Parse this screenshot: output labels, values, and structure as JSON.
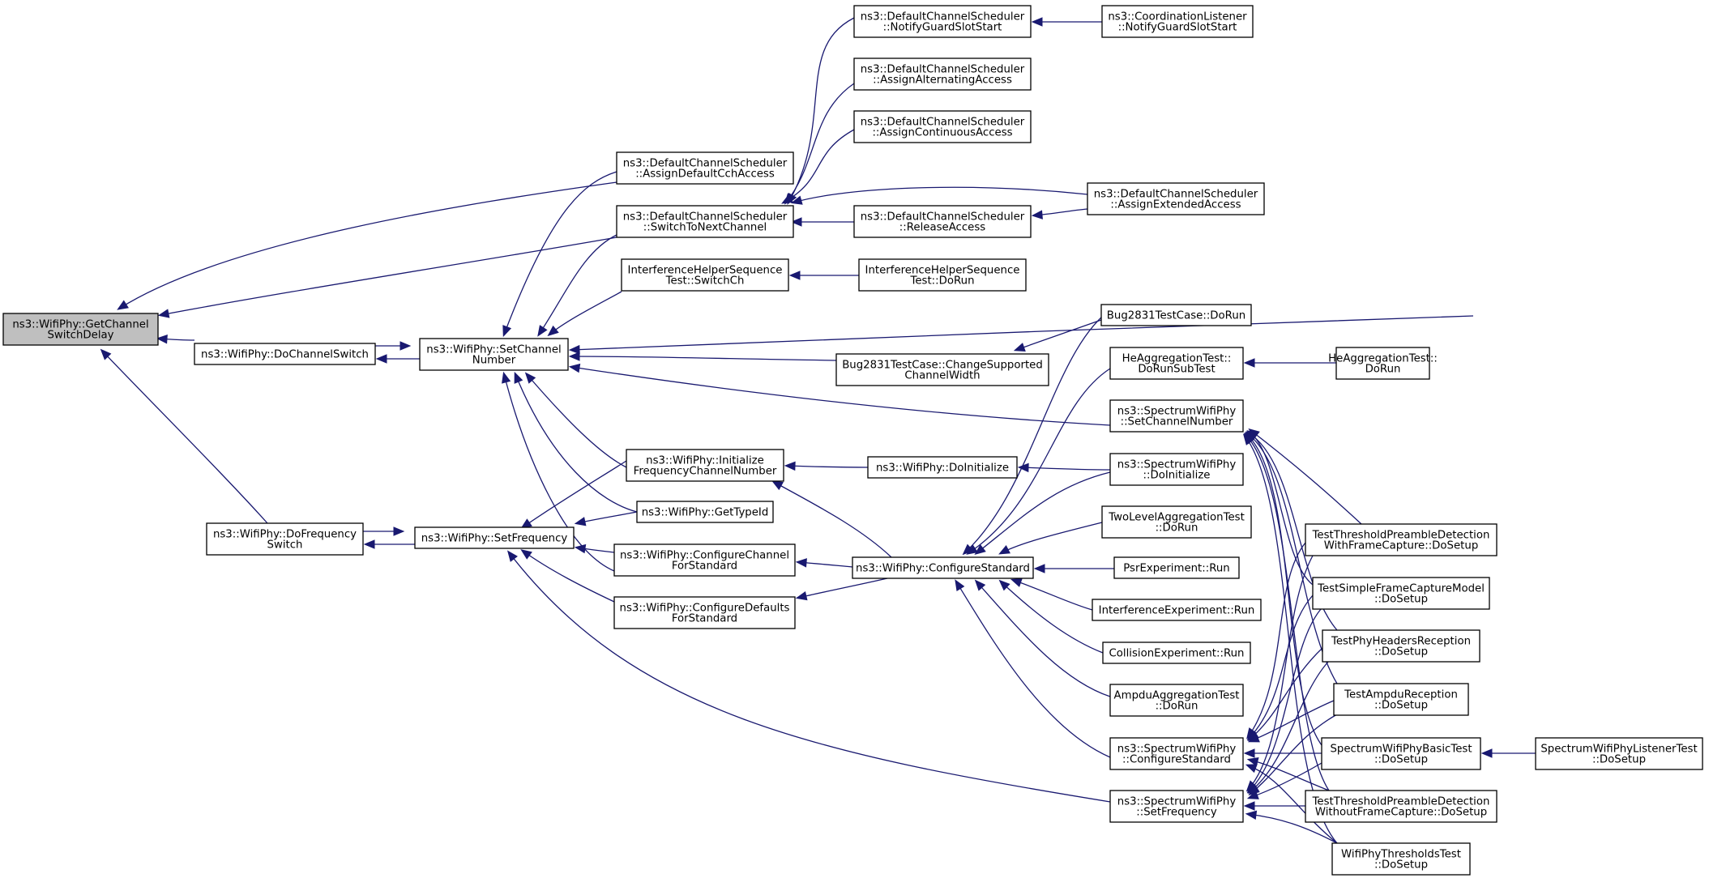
{
  "graph": {
    "nodes": [
      {
        "id": "root",
        "lines": [
          "ns3::WifiPhy::GetChannel",
          "SwitchDelay"
        ],
        "highlight": true
      },
      {
        "id": "assignDefaultCch",
        "lines": [
          "ns3::DefaultChannelScheduler",
          "::AssignDefaultCchAccess"
        ]
      },
      {
        "id": "switchToNext",
        "lines": [
          "ns3::DefaultChannelScheduler",
          "::SwitchToNextChannel"
        ]
      },
      {
        "id": "doChannelSwitch",
        "lines": [
          "ns3::WifiPhy::DoChannelSwitch"
        ]
      },
      {
        "id": "setChannelNumber",
        "lines": [
          "ns3::WifiPhy::SetChannel",
          "Number"
        ]
      },
      {
        "id": "doFrequencySwitch",
        "lines": [
          "ns3::WifiPhy::DoFrequency",
          "Switch"
        ]
      },
      {
        "id": "setFrequency",
        "lines": [
          "ns3::WifiPhy::SetFrequency"
        ]
      },
      {
        "id": "notifyGuard",
        "lines": [
          "ns3::DefaultChannelScheduler",
          "::NotifyGuardSlotStart"
        ]
      },
      {
        "id": "coordNotify",
        "lines": [
          "ns3::CoordinationListener",
          "::NotifyGuardSlotStart"
        ]
      },
      {
        "id": "assignAlternating",
        "lines": [
          "ns3::DefaultChannelScheduler",
          "::AssignAlternatingAccess"
        ]
      },
      {
        "id": "assignContinuous",
        "lines": [
          "ns3::DefaultChannelScheduler",
          "::AssignContinuousAccess"
        ]
      },
      {
        "id": "assignExtended",
        "lines": [
          "ns3::DefaultChannelScheduler",
          "::AssignExtendedAccess"
        ]
      },
      {
        "id": "releaseAccess",
        "lines": [
          "ns3::DefaultChannelScheduler",
          "::ReleaseAccess"
        ]
      },
      {
        "id": "ihsSwitchCh",
        "lines": [
          "InterferenceHelperSequence",
          "Test::SwitchCh"
        ]
      },
      {
        "id": "ihsDoRun",
        "lines": [
          "InterferenceHelperSequence",
          "Test::DoRun"
        ]
      },
      {
        "id": "bug2831DoRun",
        "lines": [
          "Bug2831TestCase::DoRun"
        ]
      },
      {
        "id": "bug2831Change",
        "lines": [
          "Bug2831TestCase::ChangeSupported",
          "ChannelWidth"
        ]
      },
      {
        "id": "heDoRunSubTest",
        "lines": [
          "HeAggregationTest::",
          "DoRunSubTest"
        ]
      },
      {
        "id": "heDoRun",
        "lines": [
          "HeAggregationTest::",
          "DoRun"
        ]
      },
      {
        "id": "spSetChannelNumber",
        "lines": [
          "ns3::SpectrumWifiPhy",
          "::SetChannelNumber"
        ]
      },
      {
        "id": "initFreqCh",
        "lines": [
          "ns3::WifiPhy::Initialize",
          "FrequencyChannelNumber"
        ]
      },
      {
        "id": "doInitialize",
        "lines": [
          "ns3::WifiPhy::DoInitialize"
        ]
      },
      {
        "id": "spDoInitialize",
        "lines": [
          "ns3::SpectrumWifiPhy",
          "::DoInitialize"
        ]
      },
      {
        "id": "getTypeId",
        "lines": [
          "ns3::WifiPhy::GetTypeId"
        ]
      },
      {
        "id": "configChannel",
        "lines": [
          "ns3::WifiPhy::ConfigureChannel",
          "ForStandard"
        ]
      },
      {
        "id": "configStandard",
        "lines": [
          "ns3::WifiPhy::ConfigureStandard"
        ]
      },
      {
        "id": "configDefaults",
        "lines": [
          "ns3::WifiPhy::ConfigureDefaults",
          "ForStandard"
        ]
      },
      {
        "id": "twoLevel",
        "lines": [
          "TwoLevelAggregationTest",
          "::DoRun"
        ]
      },
      {
        "id": "psrRun",
        "lines": [
          "PsrExperiment::Run"
        ]
      },
      {
        "id": "interfRun",
        "lines": [
          "InterferenceExperiment::Run"
        ]
      },
      {
        "id": "collisionRun",
        "lines": [
          "CollisionExperiment::Run"
        ]
      },
      {
        "id": "ampduAggDoRun",
        "lines": [
          "AmpduAggregationTest",
          "::DoRun"
        ]
      },
      {
        "id": "spConfigStd",
        "lines": [
          "ns3::SpectrumWifiPhy",
          "::ConfigureStandard"
        ]
      },
      {
        "id": "spSetFrequency",
        "lines": [
          "ns3::SpectrumWifiPhy",
          "::SetFrequency"
        ]
      },
      {
        "id": "testThreshWith",
        "lines": [
          "TestThresholdPreambleDetection",
          "WithFrameCapture::DoSetup"
        ]
      },
      {
        "id": "testSimpleFC",
        "lines": [
          "TestSimpleFrameCaptureModel",
          "::DoSetup"
        ]
      },
      {
        "id": "testPhyHeaders",
        "lines": [
          "TestPhyHeadersReception",
          "::DoSetup"
        ]
      },
      {
        "id": "testAmpduRecep",
        "lines": [
          "TestAmpduReception",
          "::DoSetup"
        ]
      },
      {
        "id": "spBasicTest",
        "lines": [
          "SpectrumWifiPhyBasicTest",
          "::DoSetup"
        ]
      },
      {
        "id": "spListenerTest",
        "lines": [
          "SpectrumWifiPhyListenerTest",
          "::DoSetup"
        ]
      },
      {
        "id": "testThreshWithout",
        "lines": [
          "TestThresholdPreambleDetection",
          "WithoutFrameCapture::DoSetup"
        ]
      },
      {
        "id": "wifiPhyThresh",
        "lines": [
          "WifiPhyThresholdsTest",
          "::DoSetup"
        ]
      }
    ]
  }
}
